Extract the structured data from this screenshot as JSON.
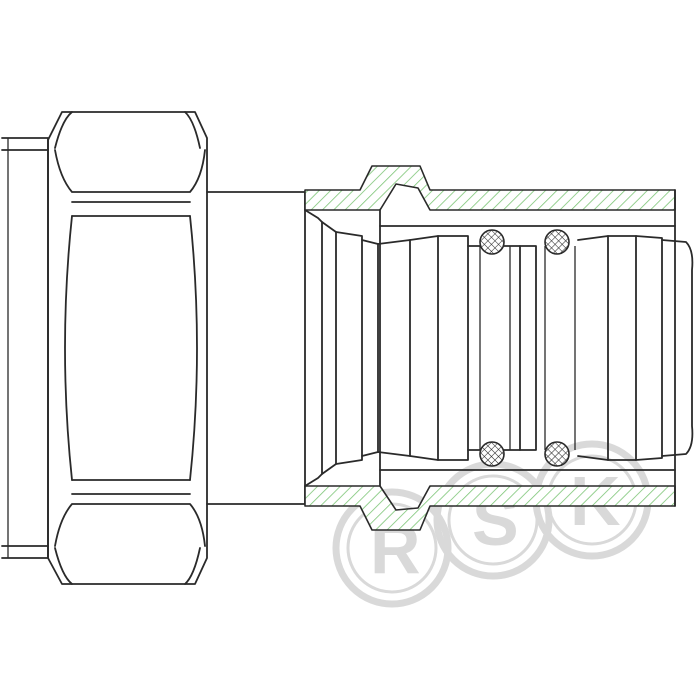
{
  "watermark": {
    "letters": [
      "R",
      "S",
      "K"
    ],
    "color": "#d9d9d9"
  },
  "colors": {
    "outline": "#2a2a2a",
    "hatch": "#7cc576",
    "background": "#ffffff"
  }
}
